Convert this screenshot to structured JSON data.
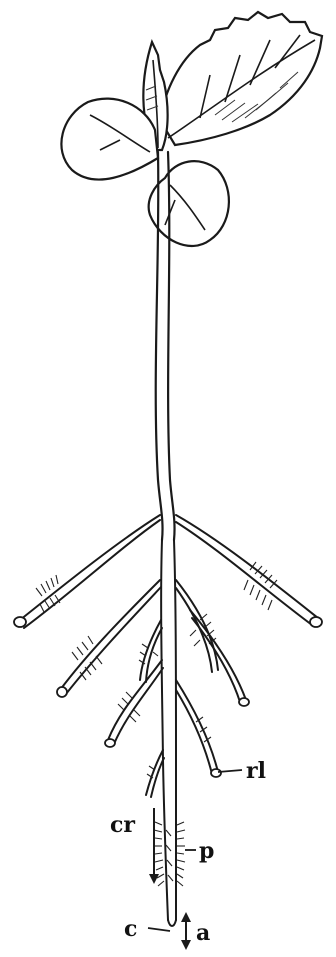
{
  "labels": {
    "rl": "rl",
    "cr": "cr",
    "p": "p",
    "c": "c",
    "a": "a"
  }
}
